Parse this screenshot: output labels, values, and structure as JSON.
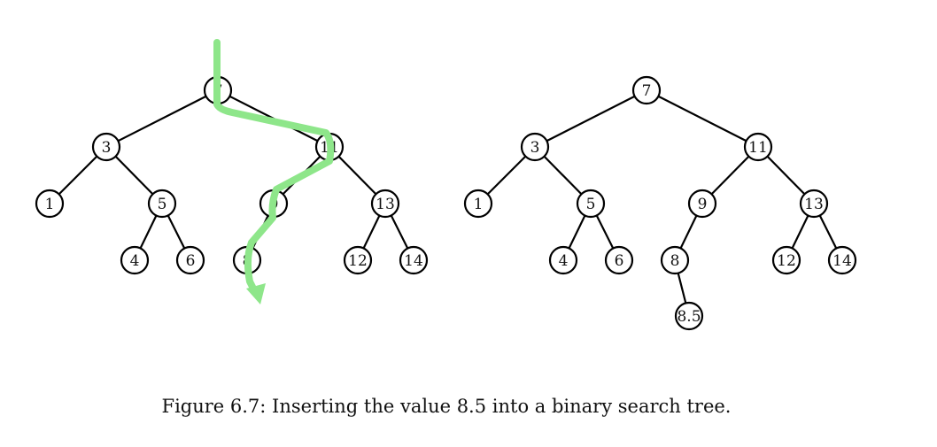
{
  "colors": {
    "highlight_path": "#8ee68a",
    "edge": "#000000",
    "node_fill": "#ffffff"
  },
  "trees": [
    {
      "id": "before",
      "nodes": [
        {
          "key": "n7",
          "label": "7"
        },
        {
          "key": "n3",
          "label": "3"
        },
        {
          "key": "n11",
          "label": "11"
        },
        {
          "key": "n1",
          "label": "1"
        },
        {
          "key": "n5",
          "label": "5"
        },
        {
          "key": "n9",
          "label": "9"
        },
        {
          "key": "n13",
          "label": "13"
        },
        {
          "key": "n4",
          "label": "4"
        },
        {
          "key": "n6",
          "label": "6"
        },
        {
          "key": "n8",
          "label": "8"
        },
        {
          "key": "n12",
          "label": "12"
        },
        {
          "key": "n14",
          "label": "14"
        }
      ],
      "edges": [
        [
          "n7",
          "n3"
        ],
        [
          "n7",
          "n11"
        ],
        [
          "n3",
          "n1"
        ],
        [
          "n3",
          "n5"
        ],
        [
          "n5",
          "n4"
        ],
        [
          "n5",
          "n6"
        ],
        [
          "n11",
          "n9"
        ],
        [
          "n11",
          "n13"
        ],
        [
          "n9",
          "n8"
        ],
        [
          "n13",
          "n12"
        ],
        [
          "n13",
          "n14"
        ]
      ],
      "highlight_path": [
        "n7",
        "n11",
        "n9",
        "n8"
      ]
    },
    {
      "id": "after",
      "nodes": [
        {
          "key": "n7",
          "label": "7"
        },
        {
          "key": "n3",
          "label": "3"
        },
        {
          "key": "n11",
          "label": "11"
        },
        {
          "key": "n1",
          "label": "1"
        },
        {
          "key": "n5",
          "label": "5"
        },
        {
          "key": "n9",
          "label": "9"
        },
        {
          "key": "n13",
          "label": "13"
        },
        {
          "key": "n4",
          "label": "4"
        },
        {
          "key": "n6",
          "label": "6"
        },
        {
          "key": "n8",
          "label": "8"
        },
        {
          "key": "n12",
          "label": "12"
        },
        {
          "key": "n14",
          "label": "14"
        },
        {
          "key": "n85",
          "label": "8.5"
        }
      ],
      "edges": [
        [
          "n7",
          "n3"
        ],
        [
          "n7",
          "n11"
        ],
        [
          "n3",
          "n1"
        ],
        [
          "n3",
          "n5"
        ],
        [
          "n5",
          "n4"
        ],
        [
          "n5",
          "n6"
        ],
        [
          "n11",
          "n9"
        ],
        [
          "n11",
          "n13"
        ],
        [
          "n9",
          "n8"
        ],
        [
          "n8",
          "n85"
        ],
        [
          "n13",
          "n12"
        ],
        [
          "n13",
          "n14"
        ]
      ]
    }
  ],
  "caption": "Figure 6.7: Inserting the value 8.5 into a binary search tree."
}
